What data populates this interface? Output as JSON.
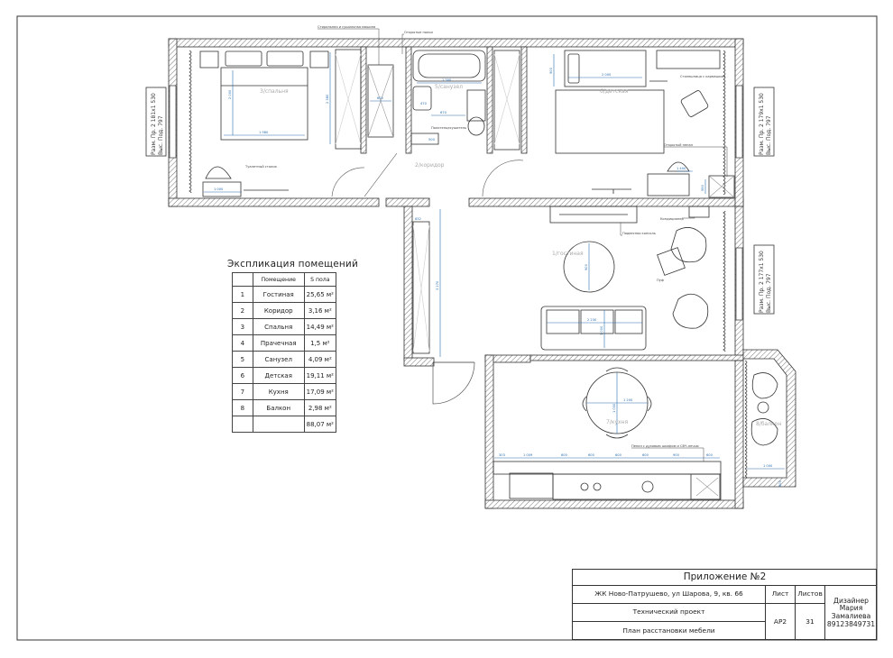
{
  "explication": {
    "title": "Экспликация помещений",
    "header": {
      "name": "Помещение",
      "area": "S пола"
    },
    "rows": [
      {
        "n": "1",
        "name": "Гостиная",
        "area": "25,65 м²"
      },
      {
        "n": "2",
        "name": "Коридор",
        "area": "3,16 м²"
      },
      {
        "n": "3",
        "name": "Спальня",
        "area": "14,49 м²"
      },
      {
        "n": "4",
        "name": "Прачечная",
        "area": "1,5 м²"
      },
      {
        "n": "5",
        "name": "Санузел",
        "area": "4,09 м²"
      },
      {
        "n": "6",
        "name": "Детская",
        "area": "19,11 м²"
      },
      {
        "n": "7",
        "name": "Кухня",
        "area": "17,09 м²"
      },
      {
        "n": "8",
        "name": "Балкон",
        "area": "2,98 м²"
      }
    ],
    "total": "88,07 м²"
  },
  "stamp": {
    "appendix": "Приложение №2",
    "address": "ЖК Ново-Патрушево, ул Шарова, 9, кв. 66",
    "sheet_label": "Лист",
    "sheets_label": "Листов",
    "stage": "Технический проект",
    "drawing": "План расстановки мебели",
    "sheet_code": "АР2",
    "sheets_count": "31",
    "designer_role": "Дизайнер",
    "designer_first": "Мария",
    "designer_last": "Замалиева",
    "designer_phone": "89123849731"
  },
  "window_tags": {
    "left": {
      "l1": "Разм. Пр. 2 181х1 530",
      "l2": "Выс. Под. 797"
    },
    "right_top": {
      "l1": "Разм. Пр. 2 179х1 530",
      "l2": "Выс. Под. 797"
    },
    "right_mid": {
      "l1": "Разм. Пр. 2 177х1 530",
      "l2": "Выс. Под. 797"
    }
  },
  "room_labels": {
    "bedroom": "3/спальня",
    "kids": "6/детская",
    "corridor": "2/коридор",
    "living": "1/гостиная",
    "kitchen": "7/кухня",
    "balcony": "8/балкон",
    "bath": "5/санузел"
  },
  "notes": {
    "laundry": "Стиральная и сушильная машина",
    "shelves": "Открытые полки",
    "desk": "Столешница с кармашком",
    "wardrobe": "Открытый пенал",
    "conditioner": "Кондиционер",
    "console": "Подвесная консоль",
    "pouf": "Пуф",
    "dryer": "Полотенцесушитель",
    "vanity": "Туалетный столик",
    "kitchen_set": "Пенал с духовым шкафом и СВЧ-печью"
  },
  "dims": {
    "bed_w": "1 980",
    "bed_l": "2 000",
    "wardrobe_h": "2 380",
    "kid_bed": "2 000",
    "kid_bed_w": "900",
    "vanity": "1 000",
    "desk": "1 400",
    "desk_d": "550",
    "sofa": "2 230",
    "sofa_d": "1 000",
    "table": "900",
    "corridor_len": "3 270",
    "corridor_w": "632",
    "dining": "1 200",
    "dining2": "1 000",
    "kitchen_row": [
      "303",
      "1 009",
      "600",
      "600",
      "600",
      "600",
      "900",
      "600"
    ],
    "balcony_w": "1 000",
    "balcony_d": "600",
    "bath_a": "1 300",
    "bath_b": "600",
    "bath_c": "670",
    "bath_d": "470",
    "bath_e": "500"
  }
}
